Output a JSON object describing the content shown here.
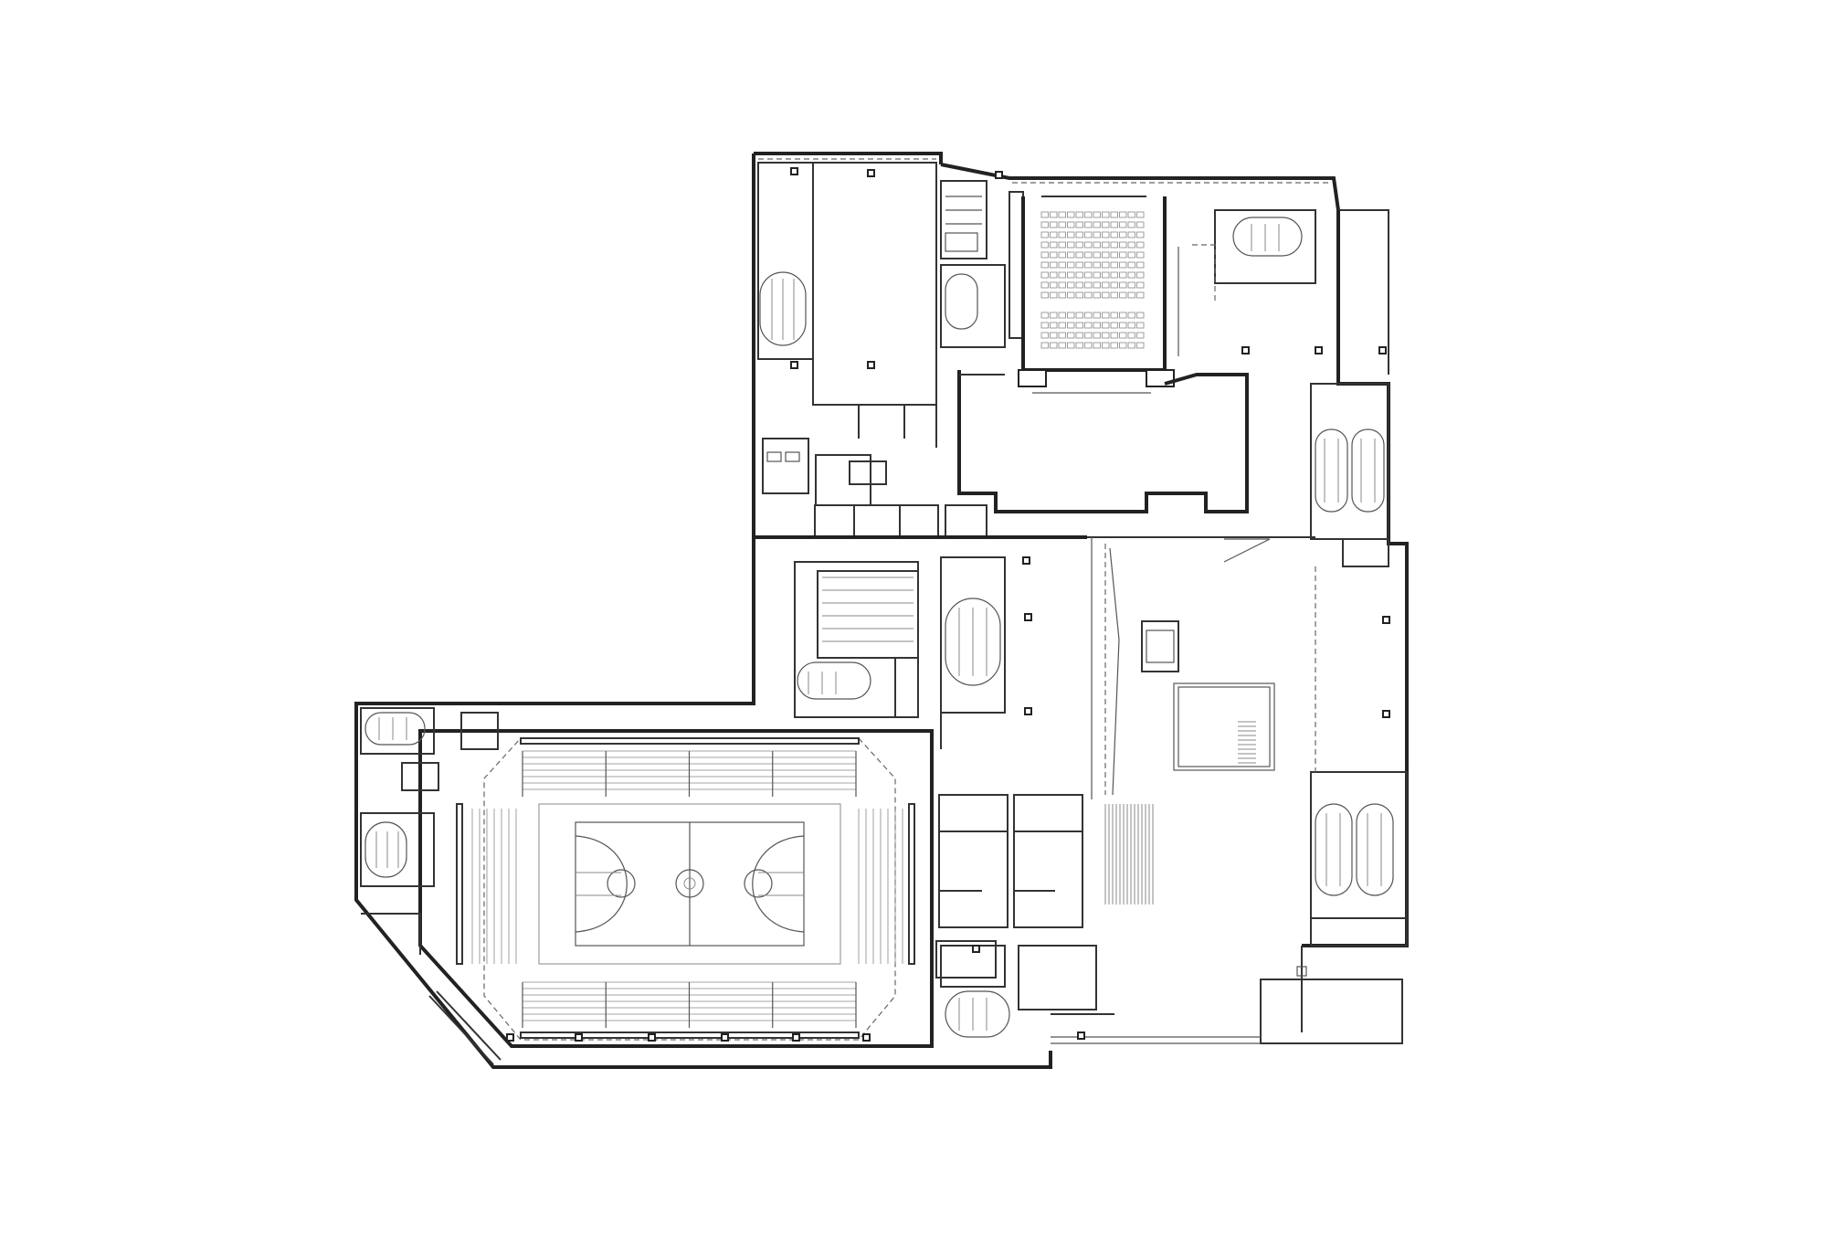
{
  "drawing": {
    "kind": "architectural floor plan",
    "colors": {
      "ink": "#222222",
      "ink_light": "#8a8a8a",
      "paper": "#ffffff"
    },
    "spaces": [
      "gymnasium",
      "basketball-court",
      "auditorium",
      "atrium",
      "stairwells",
      "restrooms",
      "classrooms",
      "exterior-stair"
    ]
  }
}
